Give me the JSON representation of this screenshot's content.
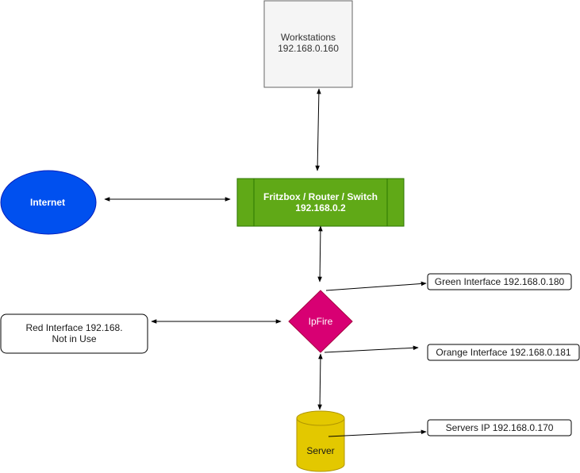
{
  "workstations": {
    "line1": "Workstations",
    "line2": "192.168.0.160"
  },
  "internet": {
    "label": "Internet"
  },
  "router": {
    "line1": "Fritzbox / Router / Switch",
    "line2": "192.168.0.2"
  },
  "ipfire": {
    "label": "IpFire"
  },
  "red_interface": {
    "line1": "Red Interface 192.168.",
    "line2": "Not in Use"
  },
  "green_interface": {
    "label": "Green Interface 192.168.0.180"
  },
  "orange_interface": {
    "label": "Orange Interface 192.168.0.181"
  },
  "server": {
    "label": "Server"
  },
  "servers_ip": {
    "label": "Servers IP 192.168.0.170"
  },
  "colors": {
    "workstations_fill": "#f5f5f5",
    "internet_fill": "#0050ef",
    "router_fill": "#60a917",
    "ipfire_fill": "#d80073",
    "server_fill": "#e3c800"
  }
}
